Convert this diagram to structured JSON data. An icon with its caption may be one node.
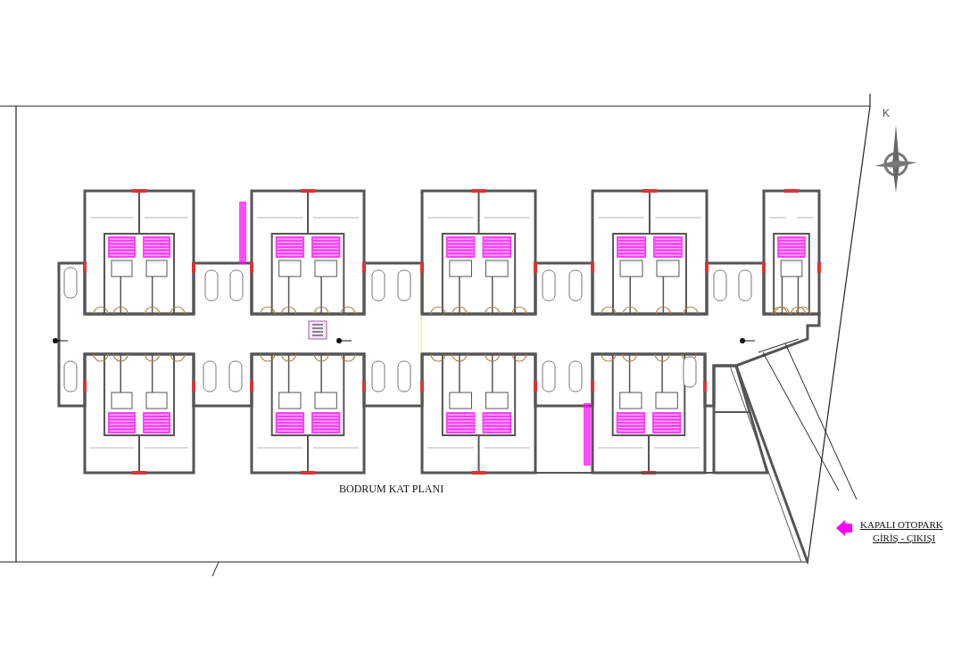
{
  "diagram": {
    "title": "BODRUM KAT PLANI",
    "labels": [
      "K",
      "KAPALI OTOPARK",
      "GİRİŞ - ÇIKIŞI"
    ]
  }
}
